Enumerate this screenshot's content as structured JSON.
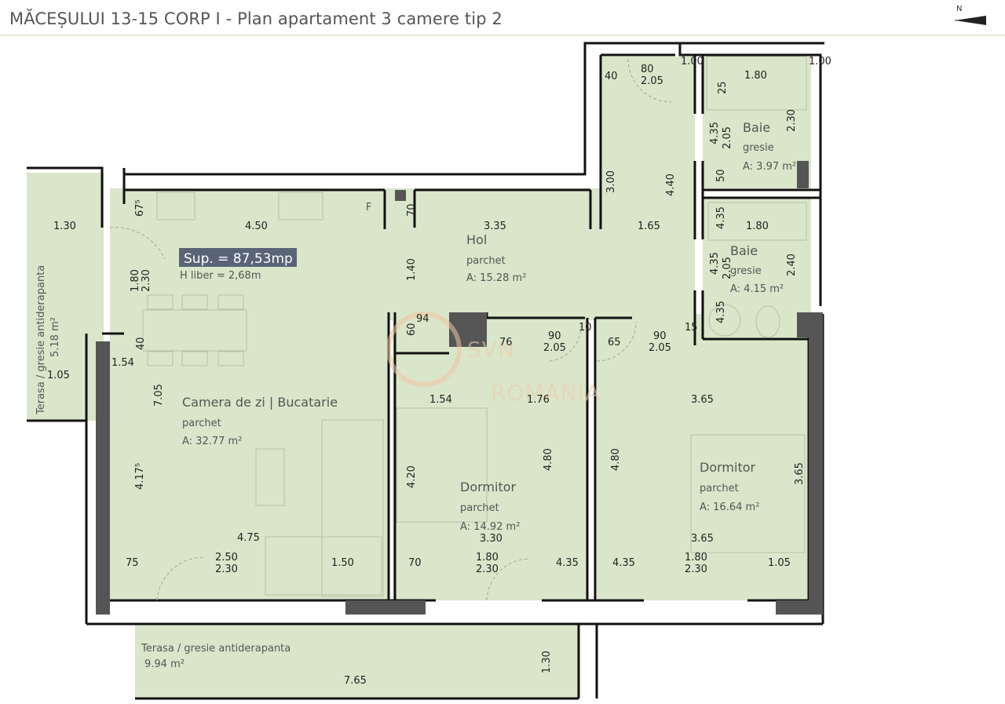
{
  "header": {
    "title": "MĂCEȘULUI 13-15 CORP I - Plan apartament 3 camere tip 2",
    "north": "N"
  },
  "summary": {
    "surface": "Sup.  = 87,53mp",
    "clear_height": "H liber = 2,68m"
  },
  "watermark": {
    "brand": "SVN",
    "country": "ROMANIA"
  },
  "rooms": [
    {
      "name": "Camera de zi | Bucatarie",
      "floor": "parchet",
      "area": "A: 32.77 m²"
    },
    {
      "name": "Hol",
      "floor": "parchet",
      "area": "A: 15.28 m²"
    },
    {
      "name": "Baie",
      "floor": "gresie",
      "area": "A: 3.97 m²"
    },
    {
      "name": "Baie",
      "floor": "gresie",
      "area": "A: 4.15 m²"
    },
    {
      "name": "Dormitor",
      "floor": "parchet",
      "area": "A: 14.92 m²"
    },
    {
      "name": "Dormitor",
      "floor": "parchet",
      "area": "A: 16.64 m²"
    }
  ],
  "terraces": [
    {
      "label": "Terasa / gresie antiderapanta",
      "area": "9.94 m²"
    },
    {
      "label": "Terasa / gresie antiderapanta",
      "area": "5.18 m²"
    }
  ],
  "fridge_label": "F",
  "dimensions": [
    "4.50",
    "3.35",
    "1.65",
    "1.30",
    "1.05",
    "1.80",
    "2.30",
    "1.40",
    "40",
    "67⁵",
    "70",
    "60",
    "94",
    "76",
    "90",
    "2.05",
    "10",
    "65",
    "15",
    "7.05",
    "4.17⁵",
    "4.75",
    "2.50",
    "1.50",
    "75",
    "1.54",
    "1.76",
    "4.20",
    "4.80",
    "3.30",
    "3.65",
    "4.35",
    "80",
    "1.00",
    "25",
    "3.00",
    "4.40",
    "50",
    "2.40",
    "7.65"
  ]
}
